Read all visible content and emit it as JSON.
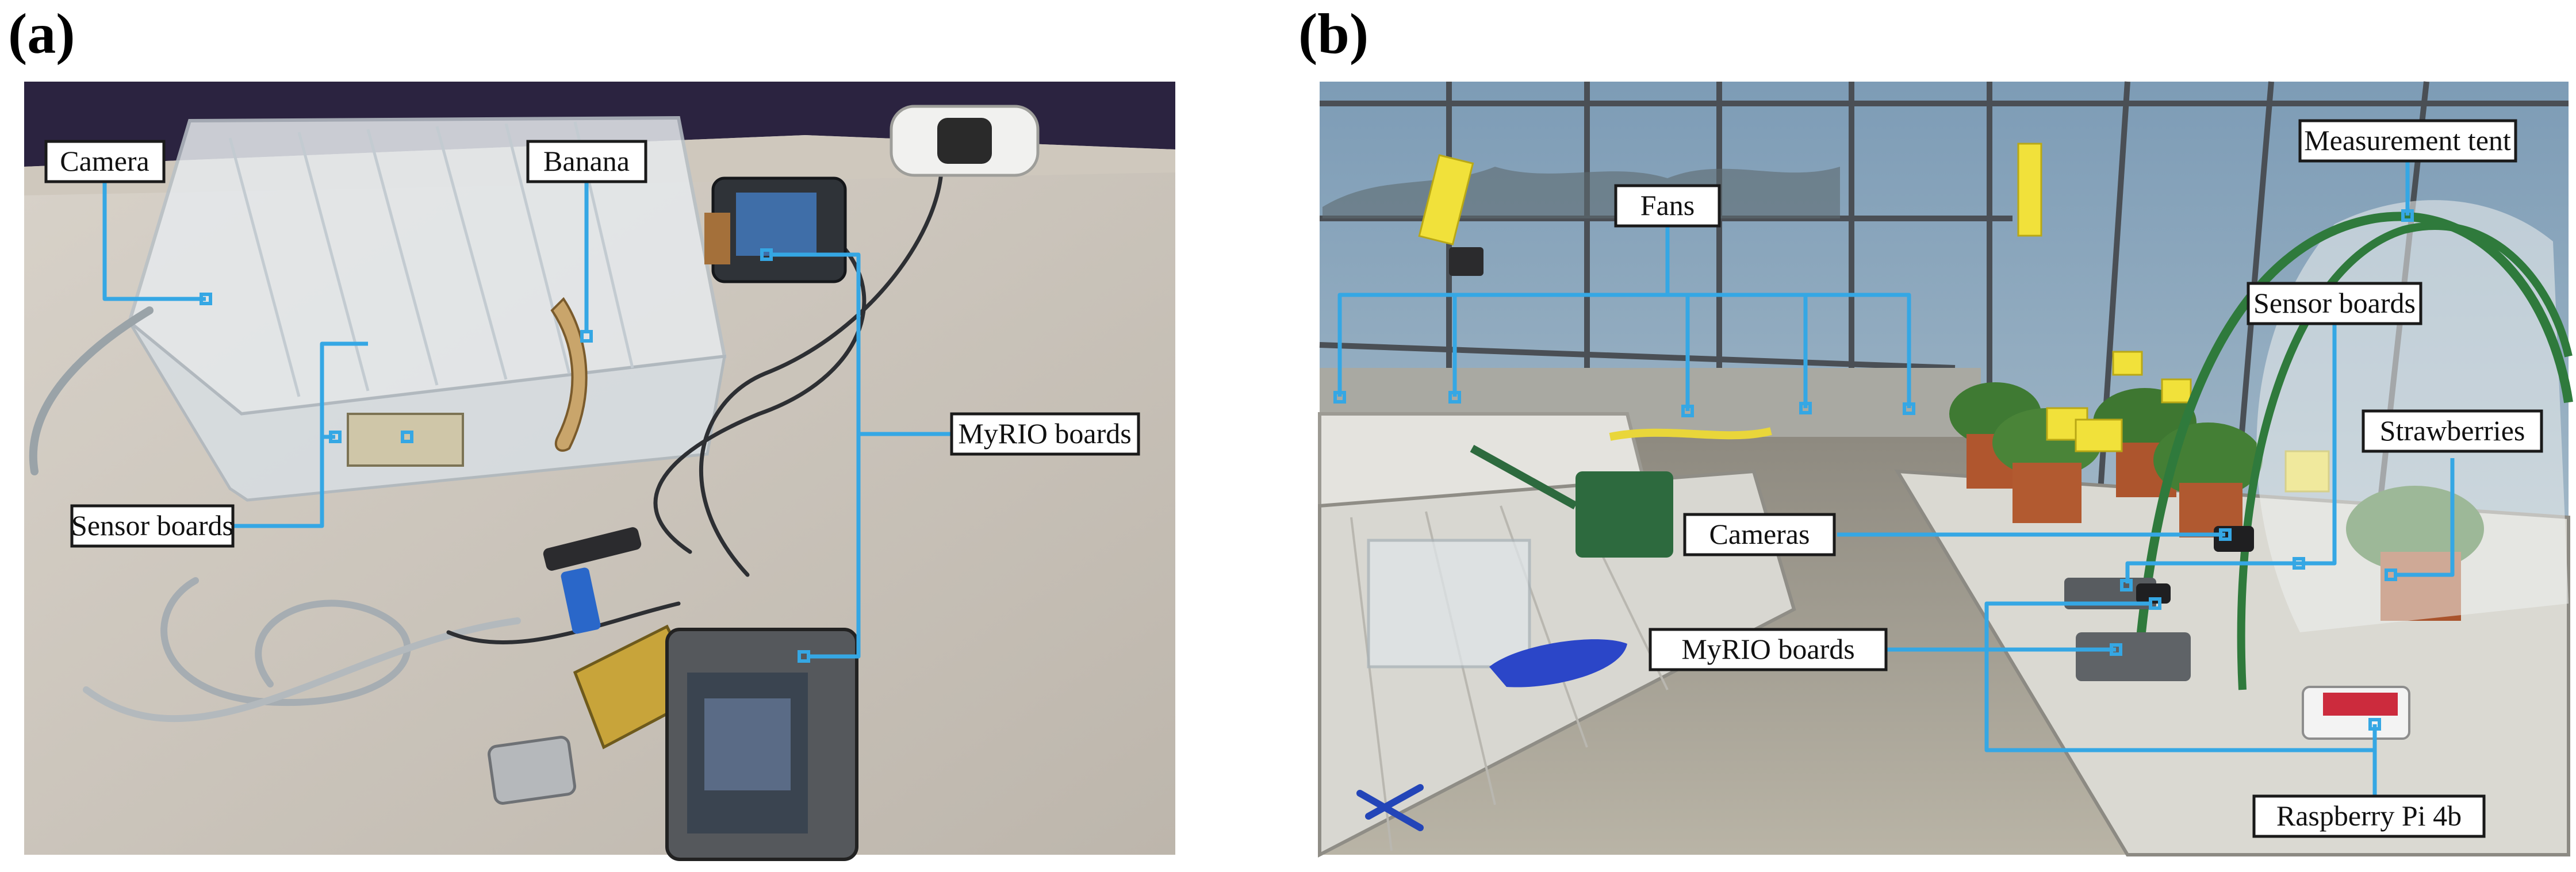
{
  "panels": [
    {
      "letter": "(a)",
      "callouts": [
        {
          "id": "camera",
          "label": "Camera"
        },
        {
          "id": "banana",
          "label": "Banana"
        },
        {
          "id": "myrio",
          "label": "MyRIO boards"
        },
        {
          "id": "sensor",
          "label": "Sensor boards"
        }
      ]
    },
    {
      "letter": "(b)",
      "callouts": [
        {
          "id": "tent",
          "label": "Measurement tent"
        },
        {
          "id": "fans",
          "label": "Fans"
        },
        {
          "id": "sensor",
          "label": "Sensor boards"
        },
        {
          "id": "strawberries",
          "label": "Strawberries"
        },
        {
          "id": "cameras",
          "label": "Cameras"
        },
        {
          "id": "myrio",
          "label": "MyRIO boards"
        },
        {
          "id": "rpi",
          "label": "Raspberry Pi 4b"
        }
      ]
    }
  ],
  "colors": {
    "leader": "#35a7e4",
    "callout_border": "#1a1a1a",
    "callout_fill": "#ffffff"
  }
}
